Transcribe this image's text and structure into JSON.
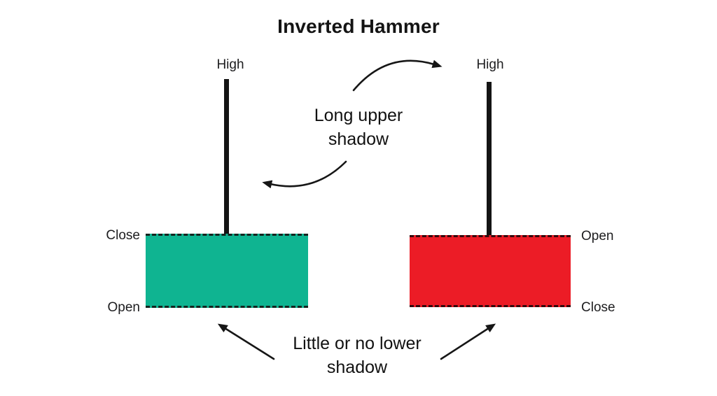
{
  "title": "Inverted Hammer",
  "colors": {
    "bullish_body": "#0fb491",
    "bearish_body": "#ec1c26",
    "wick": "#141414",
    "ink": "#161616",
    "background": "#ffffff"
  },
  "candles": [
    {
      "role": "bullish-example",
      "high_label": "High",
      "top_label": "Close",
      "bottom_label": "Open"
    },
    {
      "role": "bearish-example",
      "high_label": "High",
      "top_label": "Open",
      "bottom_label": "Close"
    }
  ],
  "annotations": {
    "upper_shadow": "Long upper\nshadow",
    "lower_shadow": "Little or no lower\nshadow"
  }
}
